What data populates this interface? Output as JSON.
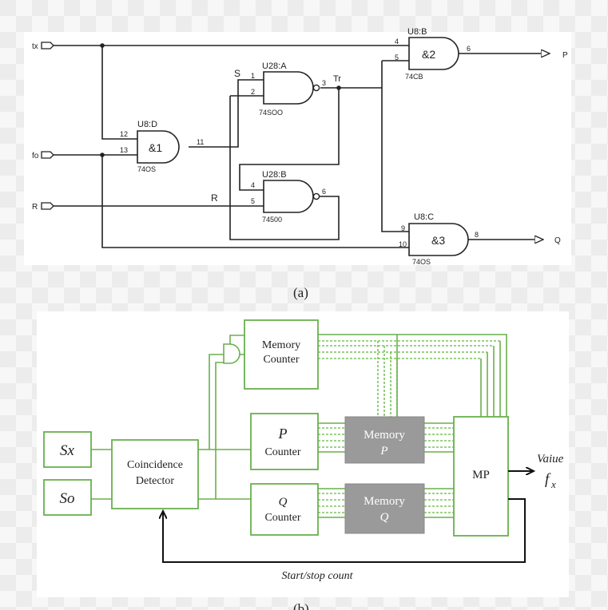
{
  "panel_a": {
    "caption": "(a)",
    "inputs": {
      "tx": "tx",
      "fo": "fo",
      "R": "R"
    },
    "outputs": {
      "P": "P",
      "Q": "Q"
    },
    "signals": {
      "S": "S",
      "Tr": "Tr",
      "R": "R"
    },
    "gates": {
      "u8d": {
        "name": "U8:D",
        "symbol": "&1",
        "part": "74OS",
        "pin_in1": "12",
        "pin_in2": "13",
        "pin_out": "11"
      },
      "u28a": {
        "name": "U28:A",
        "part": "74SOO",
        "pin_in1": "1",
        "pin_in2": "2",
        "pin_out": "3"
      },
      "u28b": {
        "name": "U28:B",
        "part": "74500",
        "pin_in1": "4",
        "pin_in2": "5",
        "pin_out": "6"
      },
      "u8b": {
        "name": "U8:B",
        "symbol": "&2",
        "part": "74CB",
        "pin_in1": "4",
        "pin_in2": "5",
        "pin_out": "6"
      },
      "u8c": {
        "name": "U8:C",
        "symbol": "&3",
        "part": "74OS",
        "pin_in1": "9",
        "pin_in2": "10",
        "pin_out": "8"
      }
    }
  },
  "panel_b": {
    "caption": "(b)",
    "blocks": {
      "sx": "Sx",
      "so": "So",
      "coincidence_l1": "Coincidence",
      "coincidence_l2": "Detector",
      "memory_counter_l1": "Memory",
      "memory_counter_l2": "Counter",
      "p_counter_l1": "P",
      "p_counter_l2": "Counter",
      "q_counter_l1": "Q",
      "q_counter_l2": "Counter",
      "memory_p_l1": "Memory",
      "memory_p_l2": "P",
      "memory_q_l1": "Memory",
      "memory_q_l2": "Q",
      "mp": "MP"
    },
    "output_label_l1": "Vaiue",
    "output_label_f": "f",
    "output_label_sub": "x",
    "feedback_label": "Start/stop count"
  },
  "colors": {
    "block_border": "#6ab04c",
    "memory_fill": "#9a9a9a",
    "wire": "#222222"
  }
}
